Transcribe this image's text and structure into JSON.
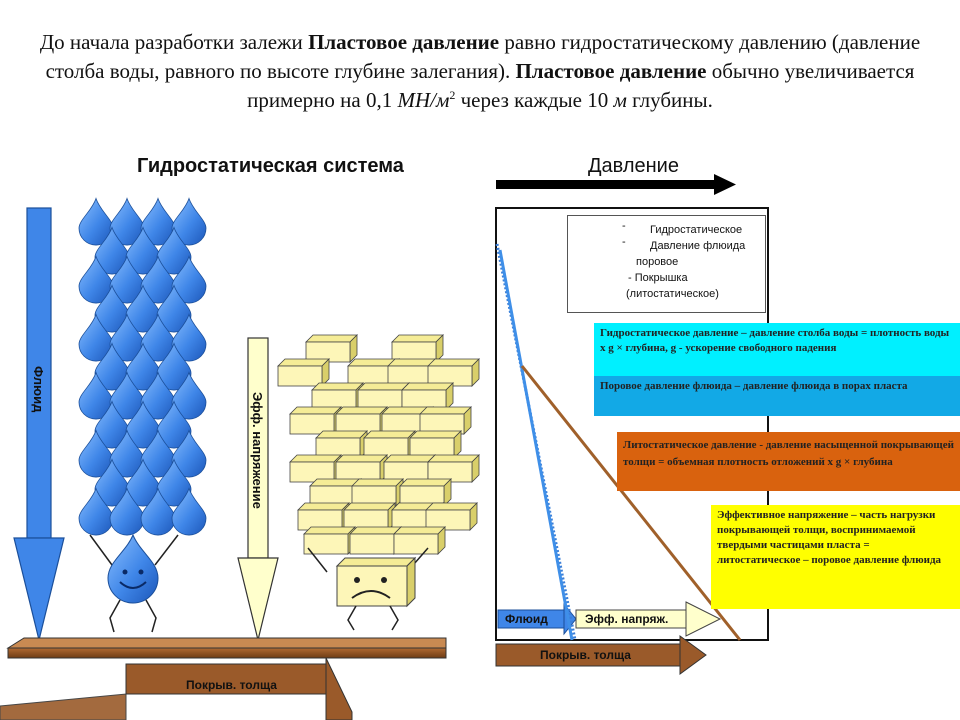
{
  "intro": {
    "p1": "До начала разработки залежи ",
    "b1": "Пластовое давление",
    "p2": " равно гидростатическому давлению (давление столба воды, равного по высоте глубине залегания). ",
    "b2": "Пластовое давление",
    "p3": " обычно увеличивается примерно на 0,1 ",
    "unit1": "МН/м",
    "sup": "2",
    "p4": " через каждые 10 ",
    "unit2": "м",
    "p5": " глубины."
  },
  "left_title": "Гидростатическая система",
  "right_title": "Давление",
  "arrows": {
    "fluid": "Флюид",
    "eff_stress": "Эфф. напряжение",
    "overburden": "Покрыв. толща"
  },
  "legend": {
    "l1": "Гидростатическое",
    "l2": "Давление флюида",
    "l3": "поровое",
    "l4": "- Покрышка",
    "l5": "(литостатическое)"
  },
  "boxes": {
    "hydro": "Гидростатическое давление – давление столба воды = плотность воды х g × глубина, g - ускорение свободного падения",
    "pore": "Поровое давление флюида – давление флюида в порах пласта",
    "litho": "Литостатическое давление - давление насыщенной покрывающей толщи = объемная плотность отложений х g × глубина",
    "eff": "Эффективное напряжение – часть нагрузки покрывающей толщи, воспринимаемой твердыми частицами пласта = литостатическое – поровое давление флюида"
  },
  "chart_tags": {
    "fluid": "Флюид",
    "eff": "Эфф. напряж.",
    "overburden": "Покрыв. толща"
  },
  "colors": {
    "water_blue": "#3f86e8",
    "hydro_dotted": "#3b7fd8",
    "pore_blue": "#3f8fe8",
    "litho_brown": "#a0602a",
    "brick_fill": "#fdf6b8",
    "box_cyan": "#00f0ff",
    "box_blue": "#12a9e6",
    "box_orange": "#d9620e",
    "box_yellow": "#ffff00",
    "arrow_yellow": "#ffffcc",
    "beam_brown": "#9a5a2a"
  }
}
